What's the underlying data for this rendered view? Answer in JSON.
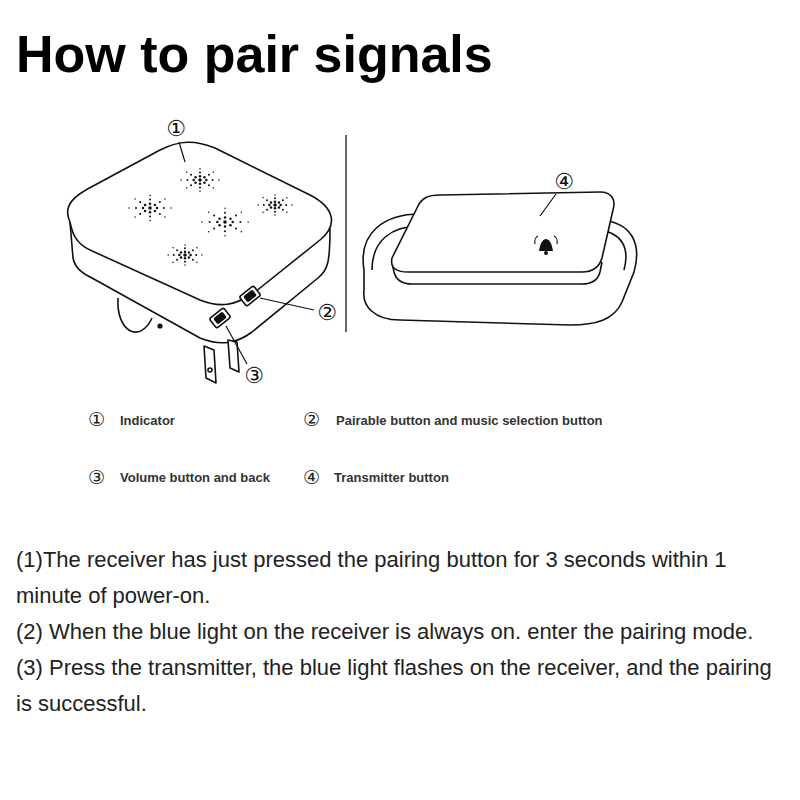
{
  "diagram": {
    "title": "How to pair signals",
    "labels": [
      "①",
      "②",
      "③",
      "④",
      "①",
      "Indicator",
      "②",
      "Pairable button and music selection button",
      "③",
      "Volume button and back",
      "④",
      "Transmitter button",
      "(1)The receiver has just pressed the pairing button for 3 seconds within 1 minute of power-on.",
      "(2) When the blue light on the receiver is always on. enter the pairing mode.",
      "(3) Press the transmitter, the blue light flashes on the receiver, and the pairing is successful."
    ]
  }
}
